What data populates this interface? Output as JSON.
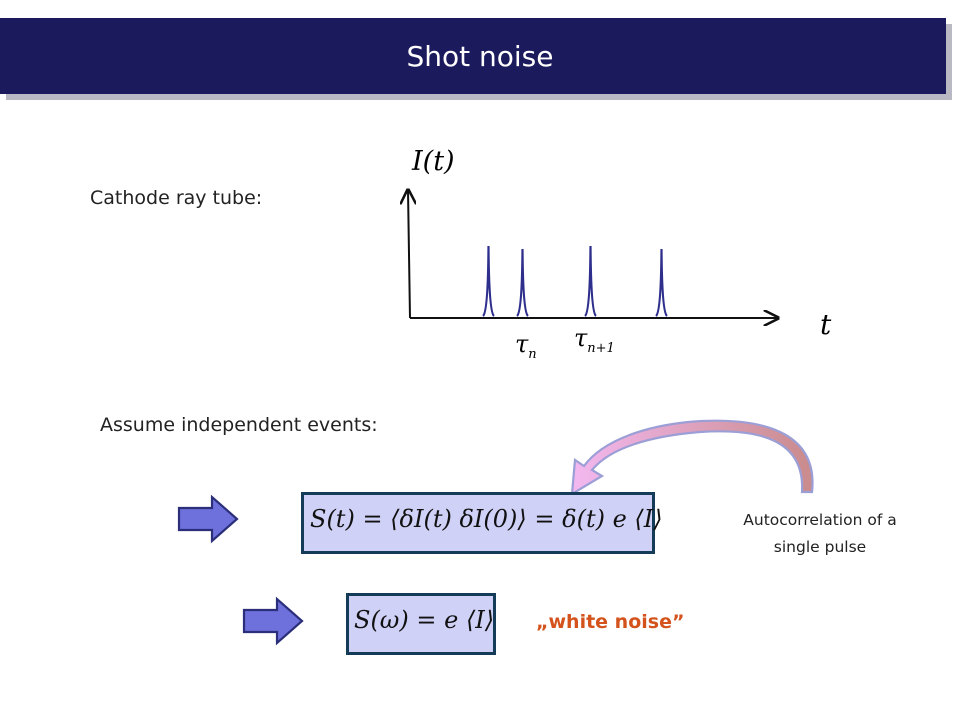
{
  "slide": {
    "title": "Shot noise",
    "cathode_label": "Cathode ray tube:",
    "assume_label": "Assume independent events:",
    "autocorr_note_line1": "Autocorrelation of a",
    "autocorr_note_line2": "single pulse",
    "white_noise_label": "„white noise”",
    "formula_autocorrelation": "S(t) = ⟨δI(t) δI(0)⟩ = δ(t) e ⟨I⟩",
    "formula_spectrum": "S(ω) = e ⟨I⟩"
  },
  "plot": {
    "y_label": "I(t)",
    "x_label": "t",
    "tau_n": "τ",
    "tau_n_sub": "n",
    "tau_n1": "τ",
    "tau_n1_sub": "n+1"
  },
  "colors": {
    "title_bg": "#1b1a5c",
    "pulse": "#2e2f8c",
    "arrow_fill": "#6e70db",
    "formula_box": "#cfd1f7",
    "formula_border": "#143b58",
    "white_noise_text": "#d4531c",
    "curved_arrow": "#e8a0e6"
  }
}
